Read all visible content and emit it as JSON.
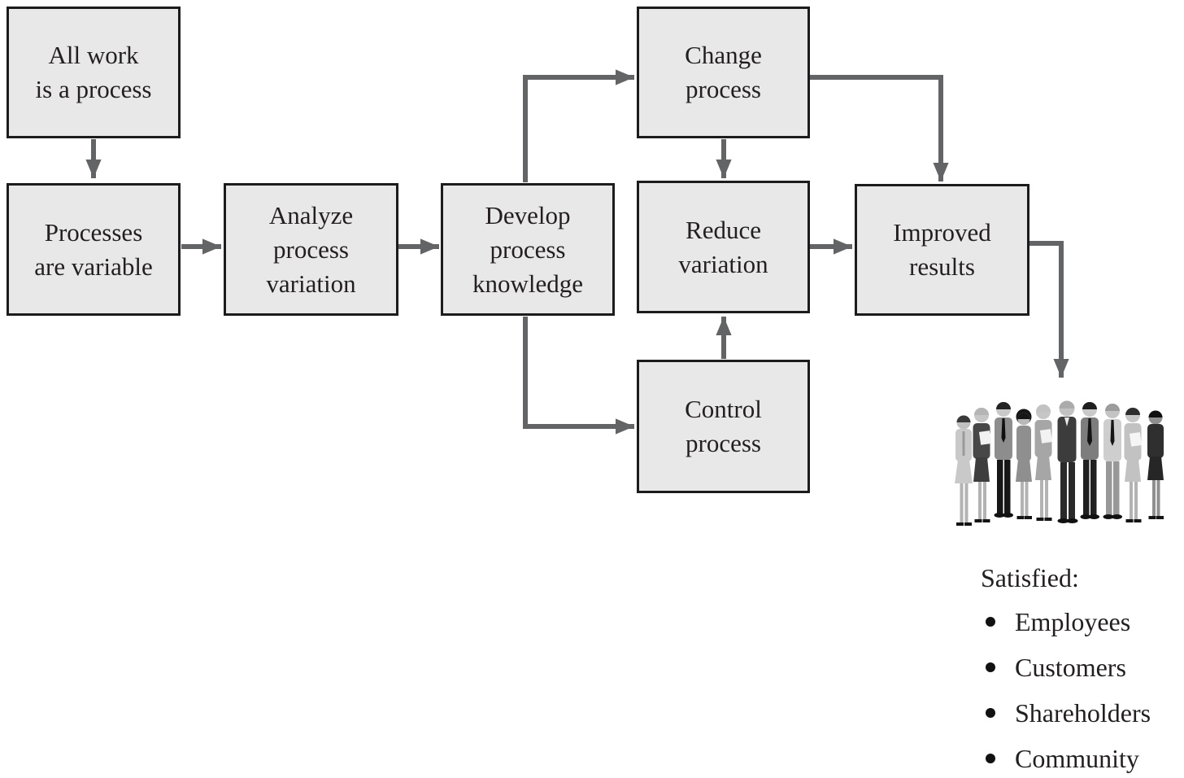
{
  "colors": {
    "background": "#ffffff",
    "box_fill": "#e8e8e8",
    "box_border": "#1c1c1c",
    "arrow": "#636466",
    "text": "#231f20"
  },
  "nodes": [
    {
      "id": "all-work",
      "lines": [
        "All work",
        "is a process"
      ]
    },
    {
      "id": "processes-variable",
      "lines": [
        "Processes",
        "are variable"
      ]
    },
    {
      "id": "analyze-variation",
      "lines": [
        "Analyze",
        "process",
        "variation"
      ]
    },
    {
      "id": "develop-knowledge",
      "lines": [
        "Develop",
        "process",
        "knowledge"
      ]
    },
    {
      "id": "change-process",
      "lines": [
        "Change",
        "process"
      ]
    },
    {
      "id": "reduce-variation",
      "lines": [
        "Reduce",
        "variation"
      ]
    },
    {
      "id": "control-process",
      "lines": [
        "Control",
        "process"
      ]
    },
    {
      "id": "improved-results",
      "lines": [
        "Improved",
        "results"
      ]
    }
  ],
  "satisfied": {
    "title": "Satisfied:",
    "items": [
      "Employees",
      "Customers",
      "Shareholders",
      "Community"
    ]
  },
  "icons": {
    "people_group": "business-people-crowd"
  }
}
